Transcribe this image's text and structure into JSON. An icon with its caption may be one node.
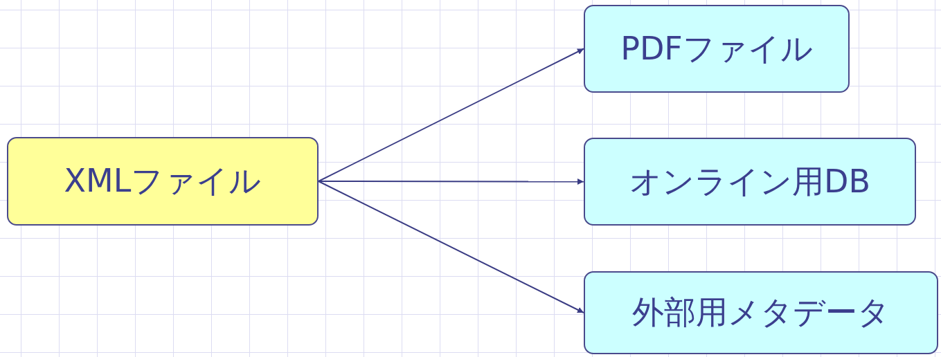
{
  "diagram": {
    "nodes": [
      {
        "text": [
          "XMLファイル"
        ]
      },
      {
        "text": [
          "PDFファイル"
        ]
      },
      {
        "text": [
          "オンライン用DB"
        ]
      },
      {
        "text": [
          "外部用メタデータ"
        ]
      }
    ],
    "edges": [
      {
        "from": 0,
        "to": 1,
        "arrow": "to"
      },
      {
        "from": 0,
        "to": 2,
        "arrow": "to"
      },
      {
        "from": 0,
        "to": 3,
        "arrow": "to"
      }
    ]
  }
}
